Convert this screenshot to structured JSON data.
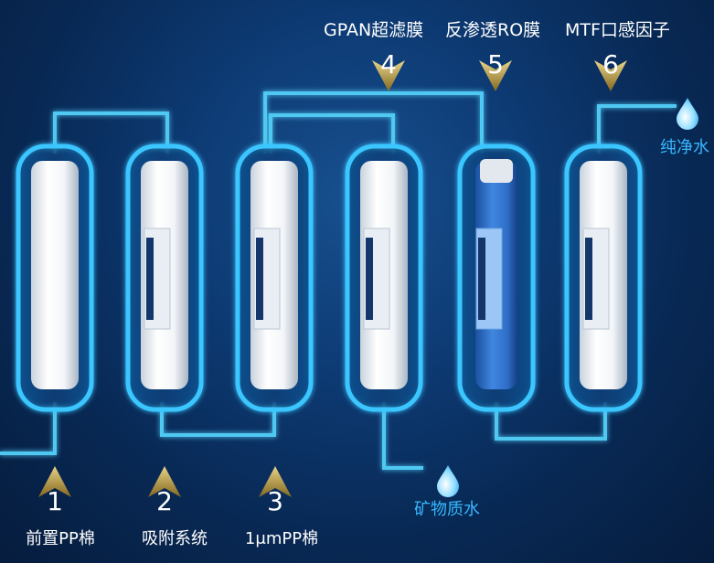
{
  "colors": {
    "pipe": "#4fc8f2",
    "capsule": "#3ac6ff",
    "accent_text": "#38b7ff",
    "arrow": "#c7a23a",
    "label_text": "#ffffff"
  },
  "stages": [
    {
      "number": "1",
      "label": "前置PP棉"
    },
    {
      "number": "2",
      "label": "吸附系统"
    },
    {
      "number": "3",
      "label": "1μmPP棉"
    },
    {
      "number": "4",
      "label": "GPAN超滤膜"
    },
    {
      "number": "5",
      "label": "反渗透RO膜"
    },
    {
      "number": "6",
      "label": "MTF口感因子"
    }
  ],
  "outputs": {
    "mineral_water": "矿物质水",
    "pure_water": "纯净水"
  },
  "icons": {
    "arrow": "triangle-arrow-icon",
    "drop": "water-drop-icon"
  }
}
